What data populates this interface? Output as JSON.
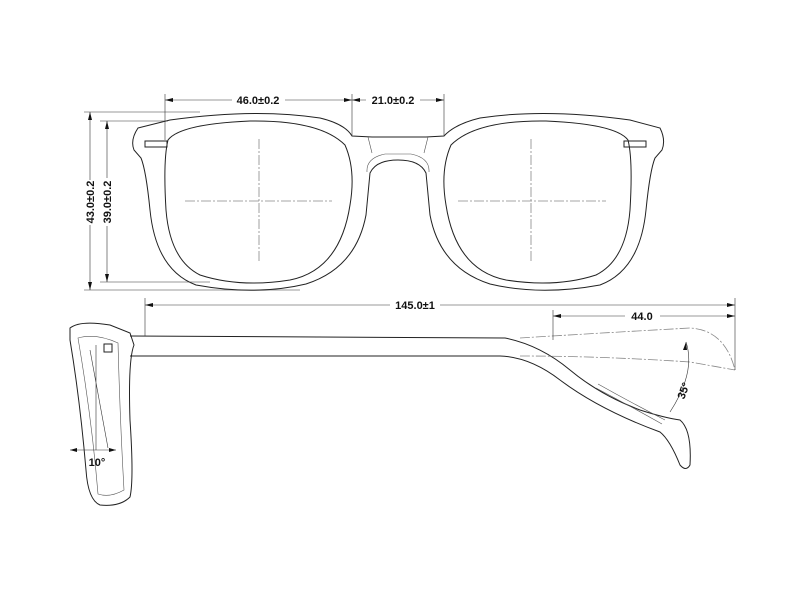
{
  "drawing": {
    "front_view": {
      "lens_width": "46.0±0.2",
      "bridge_width": "21.0±0.2",
      "frame_height": "43.0±0.2",
      "lens_height": "39.0±0.2"
    },
    "side_view": {
      "temple_length": "145.0±1",
      "temple_tip_length": "44.0",
      "temple_bend_angle": "35°",
      "pantoscopic_angle": "10°"
    }
  }
}
